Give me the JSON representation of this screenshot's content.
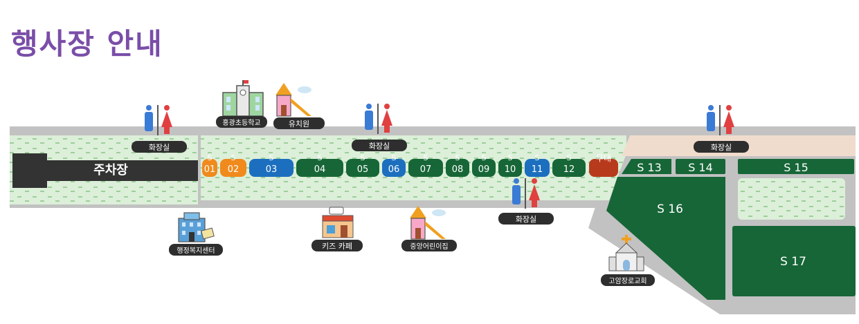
{
  "title": "행사장 안내",
  "colors": {
    "title": "#7a4ea8",
    "road": "#c2c2c2",
    "lawn": "#dcefd9",
    "lawn_dots": "#9ccf9a",
    "sand": "#f0dccd",
    "booth_green": "#176637",
    "booth_orange": "#f08a1c",
    "booth_blue": "#1c6fbf",
    "stage_red": "#b83a1c",
    "parking": "#333333",
    "label_bg": "#2e2e2e"
  },
  "parking": {
    "label": "주차장"
  },
  "booths": [
    {
      "prefix": "S",
      "num": "01",
      "color": "orange"
    },
    {
      "prefix": "S",
      "num": "02",
      "color": "orange"
    },
    {
      "prefix": "S",
      "num": "03",
      "color": "blue"
    },
    {
      "prefix": "S",
      "num": "04",
      "color": "green"
    },
    {
      "prefix": "S",
      "num": "05",
      "color": "green"
    },
    {
      "prefix": "S",
      "num": "06",
      "color": "blue"
    },
    {
      "prefix": "S",
      "num": "07",
      "color": "green"
    },
    {
      "prefix": "S",
      "num": "08",
      "color": "green"
    },
    {
      "prefix": "S",
      "num": "09",
      "color": "green"
    },
    {
      "prefix": "S",
      "num": "10",
      "color": "green"
    },
    {
      "prefix": "S",
      "num": "11",
      "color": "blue"
    },
    {
      "prefix": "S",
      "num": "12",
      "color": "green"
    }
  ],
  "stage": {
    "label": "무대"
  },
  "big_booths": {
    "s13": "S 13",
    "s14": "S 14",
    "s15": "S 15",
    "s16": "S 16",
    "s17": "S 17"
  },
  "landmarks": {
    "restroom": "화장실",
    "school": "홍광초등학교",
    "kindergarten": "유치원",
    "admin_center": "행정복지센터",
    "kids_cafe": "키즈 카페",
    "daycare": "중앙어린이집",
    "church": "고암장로교회"
  }
}
